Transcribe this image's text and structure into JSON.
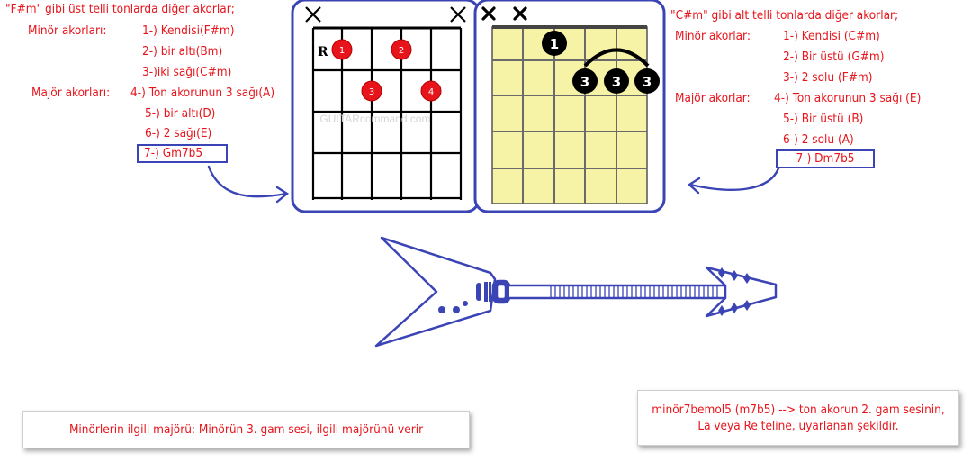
{
  "left_panel": {
    "heading": "\"F#m\" gibi üst telli tonlarda diğer akorlar;",
    "minor_label": "Minör akorları:",
    "minor_items": [
      "1-) Kendisi(F#m)",
      "2-) bir altı(Bm)",
      "3-)iki sağı(C#m)"
    ],
    "major_label": "Majör akorları:",
    "major_items": [
      "4-) Ton akorunun 3 sağı(A)",
      "5-) bir altı(D)",
      "6-) 2 sağı(E)"
    ],
    "m7b5_item": "7-) Gm7b5"
  },
  "right_panel": {
    "heading": "\"C#m\" gibi alt telli tonlarda diğer akorlar;",
    "minor_label": "Minör akorlar:",
    "minor_items": [
      "1-) Kendisi (C#m)",
      "2-) Bir üstü (G#m)",
      "3-) 2 solu (F#m)"
    ],
    "major_label": "Majör akorlar:",
    "major_items": [
      "4-) Ton akorunun 3 sağı (E)",
      "5-) Bir üstü (B)",
      "6-) 2 solu (A)"
    ],
    "m7b5_item": "7-) Dm7b5"
  },
  "diagram_left": {
    "root_marker": "R",
    "fingers": [
      "1",
      "2",
      "3",
      "4"
    ],
    "watermark": "GUITARcommand.com"
  },
  "diagram_right": {
    "fingers": [
      "1",
      "3",
      "3",
      "3"
    ]
  },
  "notes": {
    "left": "Minörlerin ilgili majörü: Minörün 3. gam sesi, ilgili majörünü verir",
    "right": "minör7bemol5 (m7b5) --> ton akorun 2. gam sesinin, La veya Re teline, uyarlanan şekildir."
  },
  "colors": {
    "text_red": "#e8141b",
    "frame_blue": "#3b44b5",
    "fret_yellow": "#f6f3a6",
    "dot_red": "#e8141b"
  }
}
